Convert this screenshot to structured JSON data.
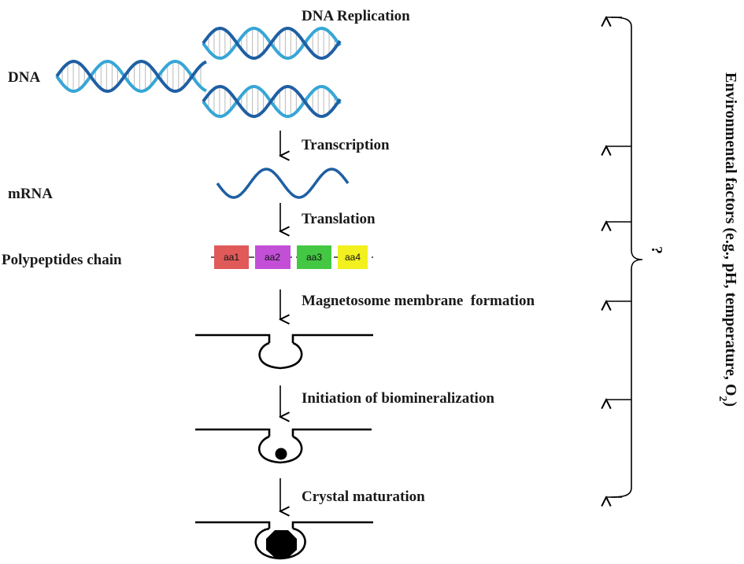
{
  "molecule_labels": {
    "dna": "DNA",
    "mrna": "mRNA",
    "polypeptide": "Polypeptides chain"
  },
  "steps": {
    "replication": "DNA Replication",
    "transcription": "Transcription",
    "translation": "Translation",
    "membrane": "Magnetosome membrane  formation",
    "biomineralization": "Initiation of biomineralization",
    "maturation": "Crystal maturation"
  },
  "amino_acids": [
    {
      "label": "aa1",
      "color": "#e05a5a"
    },
    {
      "label": "aa2",
      "color": "#c24fd6"
    },
    {
      "label": "aa3",
      "color": "#44c844"
    },
    {
      "label": "aa4",
      "color": "#f2f01e"
    }
  ],
  "environment": {
    "prefix": "Environmental factors (e.g., pH, temperature, O",
    "subscript": "2",
    "suffix": ")",
    "question_mark": "?"
  },
  "colors": {
    "dna_dark": "#1f5fa3",
    "dna_light": "#36a6d6",
    "rung": "#b9b9b9"
  }
}
